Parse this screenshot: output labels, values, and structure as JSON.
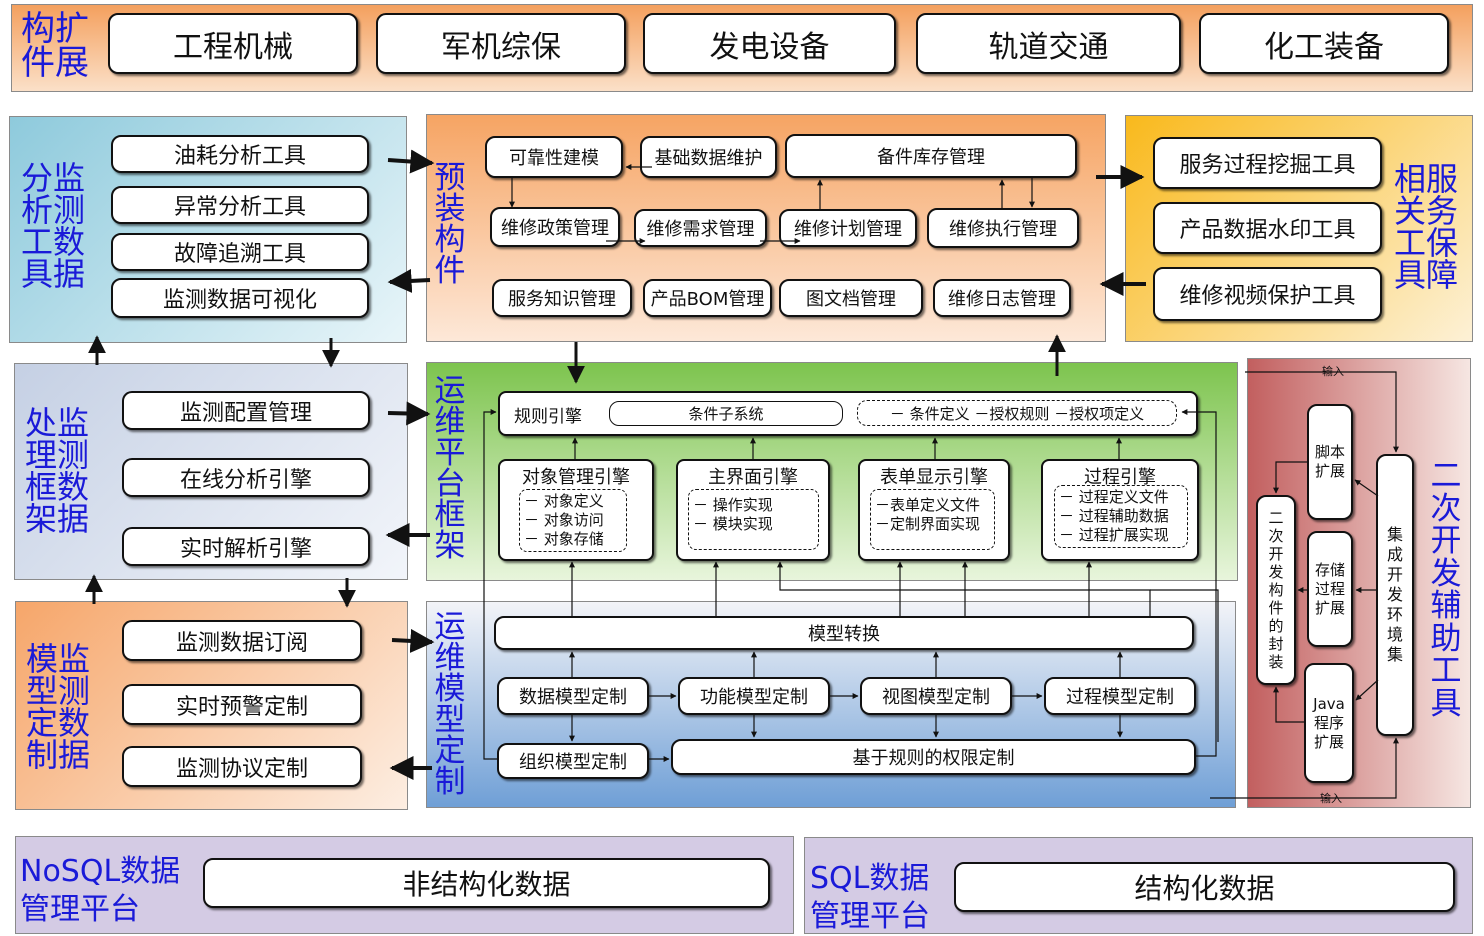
{
  "top": {
    "title": "构扩件展",
    "items": [
      "工程机械",
      "军机综保",
      "发电设备",
      "轨道交通",
      "化工装备"
    ]
  },
  "analysis": {
    "title": "分监析测工数具据",
    "items": [
      "油耗分析工具",
      "异常分析工具",
      "故障追溯工具",
      "监测数据可视化"
    ]
  },
  "processing": {
    "title": "处监理测框数架据",
    "items": [
      "监测配置管理",
      "在线分析引擎",
      "实时解析引擎"
    ]
  },
  "model_custom": {
    "title": "模监型测定数制据",
    "items": [
      "监测数据订阅",
      "实时预警定制",
      "监测协议定制"
    ]
  },
  "prebuilt": {
    "title": "预装构件",
    "row1": [
      "可靠性建模",
      "基础数据维护",
      "备件库存管理"
    ],
    "row2": [
      "维修政策管理",
      "维修需求管理",
      "维修计划管理",
      "维修执行管理"
    ],
    "row3": [
      "服务知识管理",
      "产品BOM管理",
      "图文档管理",
      "维修日志管理"
    ]
  },
  "service": {
    "title": "相服关务工保具障",
    "items": [
      "服务过程挖掘工具",
      "产品数据水印工具",
      "维修视频保护工具"
    ]
  },
  "framework": {
    "title": "运维平台框架",
    "rule_engine": "规则引擎",
    "condition": "条件子系统",
    "rule_defs": "－ 条件定义 －授权规则 －授权项定义",
    "engines": [
      {
        "title": "对象管理引擎",
        "lines": "－ 对象定义\n－ 对象访问\n－ 对象存储"
      },
      {
        "title": "主界面引擎",
        "lines": "－ 操作实现\n－ 模块实现"
      },
      {
        "title": "表单显示引擎",
        "lines": "－表单定义文件\n－定制界面实现"
      },
      {
        "title": "过程引擎",
        "lines": "－ 过程定义文件\n－ 过程辅助数据\n－ 过程扩展实现"
      }
    ]
  },
  "modeling": {
    "title": "运维模型定制",
    "transform": "模型转换",
    "models": [
      "数据模型定制",
      "功能模型定制",
      "视图模型定制",
      "过程模型定制"
    ],
    "org": "组织模型定制",
    "rule_perm": "基于规则的权限定制"
  },
  "secondary": {
    "title": "二次开发辅助工具",
    "script": "脚本扩展",
    "storage": "存储过程扩展",
    "java": "Java程序扩展",
    "encap": "二次开发构件的封装",
    "ide": "集成开发环境集",
    "input_top": "输入",
    "input_bottom": "输入"
  },
  "nosql": {
    "title_line1": "NoSQL数据",
    "title_line2": "管理平台",
    "box": "非结构化数据"
  },
  "sql": {
    "title_line1": "SQL数据",
    "title_line2": "管理平台",
    "box": "结构化数据"
  },
  "colors": {
    "accent": "#1a1ad8",
    "orange": "#f4a260",
    "blue": "#a8d4e4",
    "green": "#8ccc5a",
    "red": "#c86a6a",
    "purple": "#cfc4e2"
  }
}
